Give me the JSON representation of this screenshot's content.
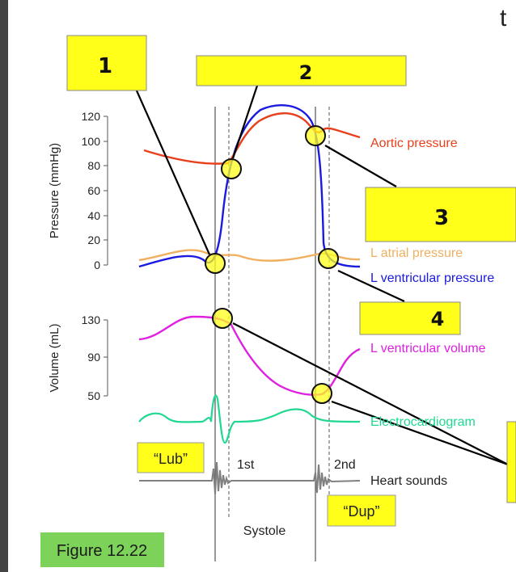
{
  "corner_char": "t",
  "callouts": {
    "c1": "1",
    "c2": "2",
    "c3": "3",
    "c4": "4"
  },
  "axes": {
    "pressure": {
      "label": "Pressure (mmHg)",
      "ticks": [
        "120",
        "100",
        "80",
        "60",
        "40",
        "20",
        "0"
      ]
    },
    "volume": {
      "label": "Volume (mL)",
      "ticks": [
        "130",
        "90",
        "50"
      ]
    }
  },
  "curve_labels": {
    "aortic": "Aortic pressure",
    "atrial": "L atrial pressure",
    "ventricular": "L ventricular pressure",
    "volume": "L ventricular volume",
    "ecg": "Electrocardiogram",
    "sounds": "Heart sounds"
  },
  "sound_labels": {
    "first": "1st",
    "second": "2nd",
    "lub": "“Lub”",
    "dup": "“Dup”"
  },
  "phase_label": "Systole",
  "figure_label": "Figure 12.22",
  "colors": {
    "aortic": "#e8401c",
    "atrial": "#f0b060",
    "ventricular": "#1a1ae0",
    "volume": "#e020e0",
    "ecg": "#20d890",
    "sounds": "#808080",
    "callout": "#ffff1a",
    "figure_box": "#7dd35a"
  }
}
